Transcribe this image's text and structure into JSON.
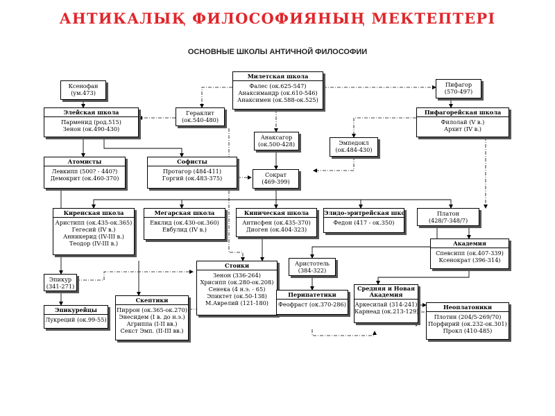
{
  "title": "АНТИКАЛЫҚ ФИЛОСОФИЯНЫҢ МЕКТЕПТЕРІ",
  "subtitle": "ОСНОВНЫЕ ШКОЛЫ АНТИЧНОЙ ФИЛОСОФИИ",
  "nodes": {
    "milet": {
      "header": "Милетская школа",
      "lines": [
        "Фалес (ок.625-547)",
        "Анаксимандр (ок.610-546)",
        "Анаксимен (ок.588-ок.525)"
      ]
    },
    "xenophanes": {
      "lines": [
        "Ксенофан",
        "(ум.473)"
      ]
    },
    "pythagoras": {
      "lines": [
        "Пифагор",
        "(570-497)"
      ]
    },
    "eleatic": {
      "header": "Элейская школа",
      "lines": [
        "Парменид (род.515)",
        "Зенон (ок.490-430)"
      ]
    },
    "heraclitus": {
      "lines": [
        "Гераклит",
        "(ок.540-480)"
      ]
    },
    "pythagorean": {
      "header": "Пифагорейская школа",
      "lines": [
        "Филолай (V в.)",
        "Архит (IV в.)"
      ]
    },
    "anaxagoras": {
      "lines": [
        "Анаксагор",
        "(ок.500-428)"
      ]
    },
    "empedocles": {
      "lines": [
        "Эмпедокл",
        "(ок.484-430)"
      ]
    },
    "atomists": {
      "header": "Атомисты",
      "lines": [
        "Левкипп (500? - 440?)",
        "Демокрит (ок.460-370)"
      ]
    },
    "sophists": {
      "header": "Софисты",
      "lines": [
        "Протагор (484-411)",
        "Горгий (ок.483-375)"
      ]
    },
    "socrates": {
      "lines": [
        "Сократ",
        "(469-399)"
      ]
    },
    "cyrenaic": {
      "header": "Киренская школа",
      "lines": [
        "Аристипп (ок.435-ок.365)",
        "Гегесий (IV в.)",
        "Анникерид (IV-III в.)",
        "Теодор (IV-III в.)"
      ]
    },
    "megarian": {
      "header": "Мегарская школа",
      "lines": [
        "Евклид (ок.430-ок.360)",
        "Евбулид (IV в.)"
      ]
    },
    "cynic": {
      "header": "Киническая школа",
      "lines": [
        "Антисфен (ок.435-370)",
        "Диоген (ок.404-323)"
      ]
    },
    "elid": {
      "header": "Элидо-эритрейская школа",
      "lines": [
        "Федон (417 - ок.350)"
      ]
    },
    "plato": {
      "lines": [
        "Платон",
        "(428/7-348/7)"
      ]
    },
    "academy": {
      "header": "Академия",
      "lines": [
        "Спевсипп (ок.407-339)",
        "Ксенократ (396-314)"
      ]
    },
    "stoics": {
      "header": "Стоики",
      "lines": [
        "Зенон (336-264)",
        "Хрисипп (ок.280-ок.208)",
        "Сенека (4 н.э. - 65)",
        "Эпиктет (ок.50-138)",
        "М.Аврелий (121-180)"
      ]
    },
    "aristotle": {
      "lines": [
        "Аристотель",
        "(384-322)"
      ]
    },
    "epicurus": {
      "lines": [
        "Эпикур",
        "(341-271)"
      ]
    },
    "peripatetics": {
      "header": "Перипатетики",
      "lines": [
        "Феофраст (ок.370-286)"
      ]
    },
    "middle_new_academy": {
      "header": "Средняя и Новая Академия",
      "lines": [
        "Аркесилай (314-241)",
        "Карнеад (ок.213-129)"
      ]
    },
    "epicureans": {
      "header": "Эпикурейцы",
      "lines": [
        "Лукреций (ок.99-55)"
      ]
    },
    "skeptics": {
      "header": "Скептики",
      "lines": [
        "Пиррон (ок.365-ок.270)",
        "Энесидем (I в. до н.э.)",
        "Агриппа (I-II вв.)",
        "Секст Эмп. (II-III вв.)"
      ]
    },
    "neoplatonism": {
      "header": "Неоплатоники",
      "lines": [
        "Плотин (204/5-269/70)",
        "Порфирий (ок.232-ок.301)",
        "Прокл (410-485)"
      ]
    }
  }
}
